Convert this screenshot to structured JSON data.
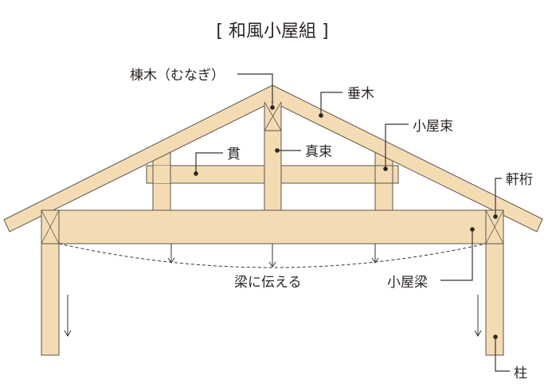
{
  "title": "[ 和風小屋組 ]",
  "labels": {
    "munagi": "棟木（むなぎ）",
    "taruki": "垂木",
    "koyazuka": "小屋束",
    "nuki": "貫",
    "shinzuka": "真束",
    "nokigeta": "軒桁",
    "koyabari": "小屋梁",
    "hashira": "柱",
    "load_note": "梁に伝える"
  },
  "colors": {
    "wood": "#f3dcb3",
    "line": "#5e544c"
  }
}
